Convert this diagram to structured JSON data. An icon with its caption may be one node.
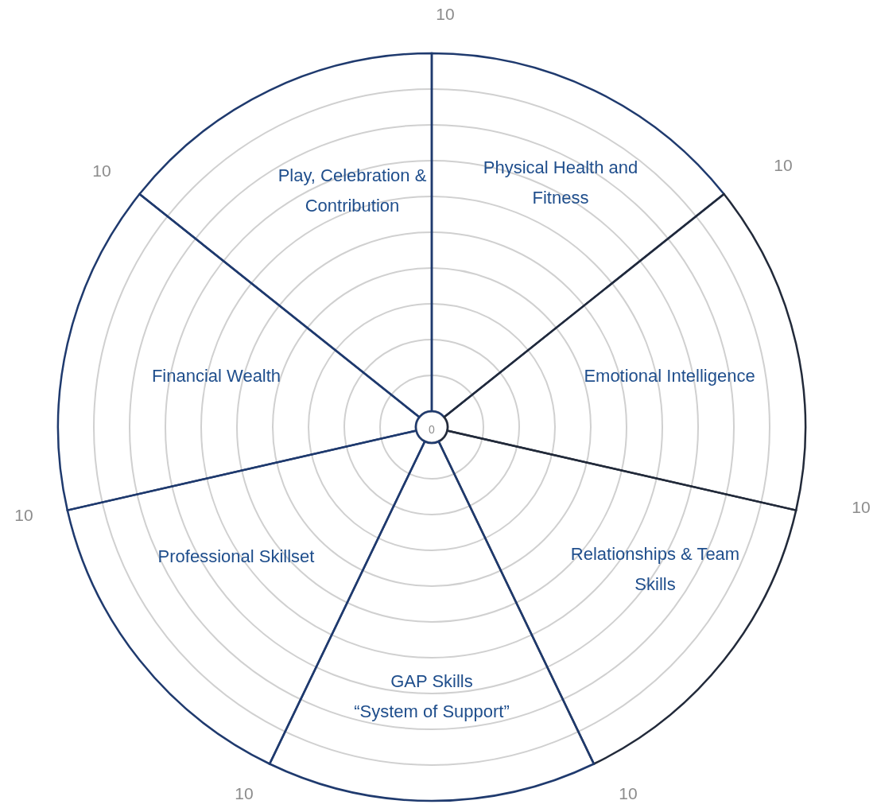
{
  "diagram": {
    "nodes": [
      {
        "text": [
          "Play, Celebration & Contribution"
        ]
      },
      {
        "text": [
          "Physical Health and Fitness"
        ]
      },
      {
        "text": [
          "Financial Wealth"
        ]
      },
      {
        "text": [
          "Emotional Intelligence"
        ]
      },
      {
        "text": [
          "Professional Skillset"
        ]
      },
      {
        "text": [
          "Relationships & Team Skills"
        ]
      },
      {
        "text": [
          "GAP Skills",
          "“System of Support”"
        ]
      }
    ],
    "labels": [
      "10",
      "10",
      "10",
      "0",
      "10",
      "10",
      "10",
      "10"
    ]
  }
}
